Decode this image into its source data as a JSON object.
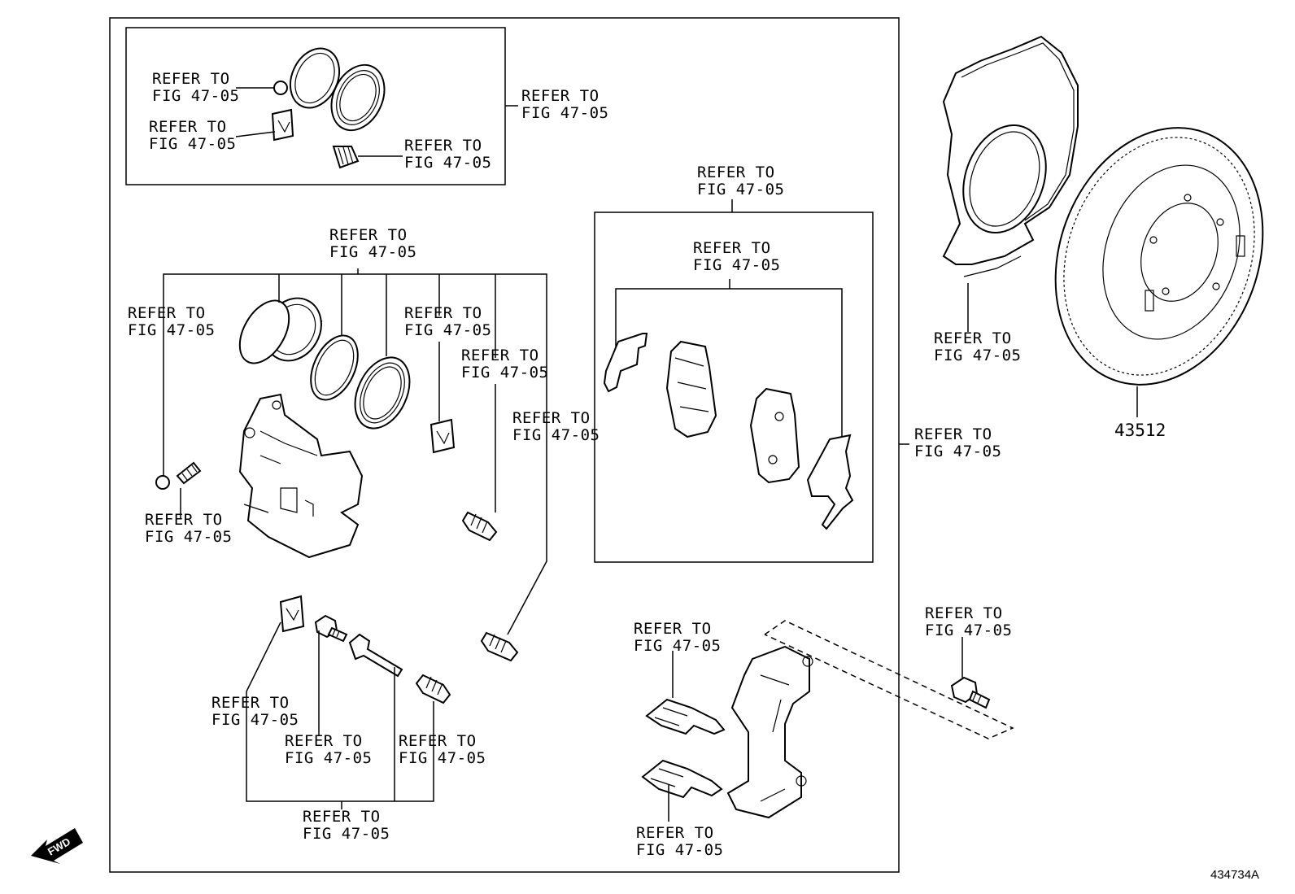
{
  "refer_line1": "REFER TO",
  "refer_line2": "FIG 47-05",
  "part_numbers": {
    "rotor": "43512"
  },
  "figure_ref": "434734A",
  "fwd_label": "FWD"
}
